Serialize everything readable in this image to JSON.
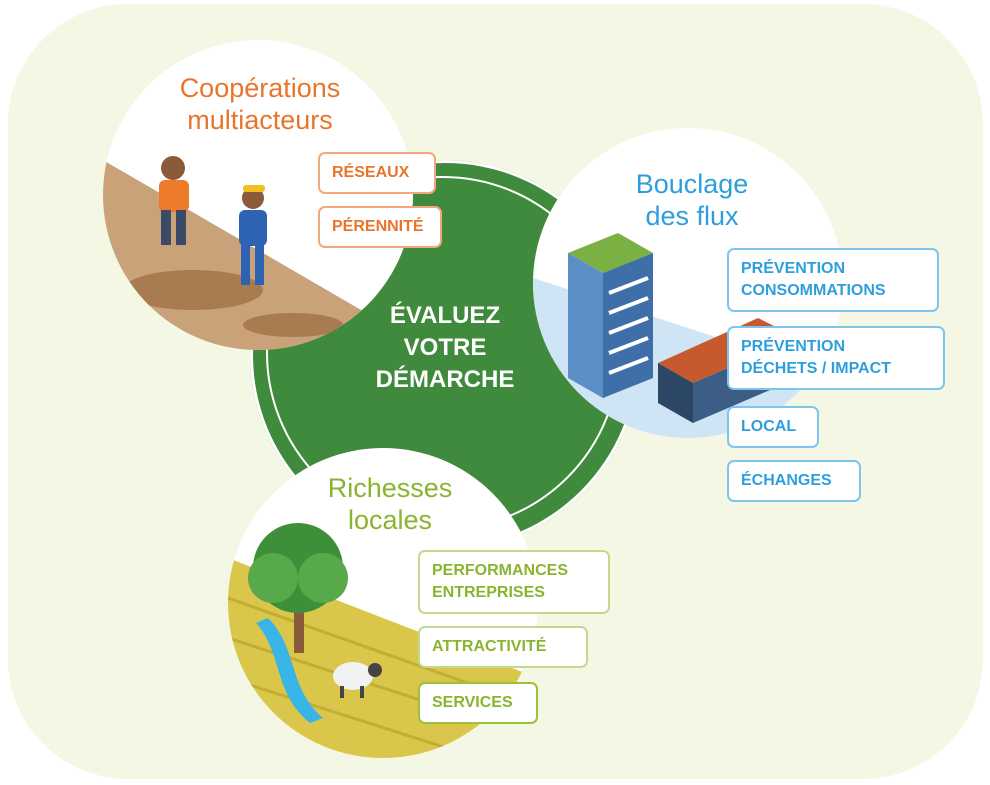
{
  "center": {
    "lines": [
      "ÉVALUEZ",
      "VOTRE",
      "DÉMARCHE"
    ]
  },
  "cooperations": {
    "title_lines": [
      "Coopérations",
      "multiacteurs"
    ],
    "tags": [
      {
        "lines": [
          "RÉSEAUX"
        ]
      },
      {
        "lines": [
          "PÉRENNITÉ"
        ]
      }
    ]
  },
  "bouclage": {
    "title_lines": [
      "Bouclage",
      "des flux"
    ],
    "tags": [
      {
        "lines": [
          "PRÉVENTION",
          "CONSOMMATIONS"
        ]
      },
      {
        "lines": [
          "PRÉVENTION",
          "DÉCHETS / IMPACT"
        ]
      },
      {
        "lines": [
          "LOCAL"
        ]
      },
      {
        "lines": [
          "ÉCHANGES"
        ]
      }
    ]
  },
  "richesses": {
    "title_lines": [
      "Richesses",
      "locales"
    ],
    "tags": [
      {
        "lines": [
          "PERFORMANCES",
          "ENTREPRISES"
        ]
      },
      {
        "lines": [
          "ATTRACTIVITÉ"
        ]
      },
      {
        "lines": [
          "SERVICES"
        ]
      }
    ]
  },
  "colors": {
    "center_green": "#3f8a3c",
    "orange": "#e8752c",
    "blue": "#2e9fdc",
    "light_green": "#8ab42f",
    "background": "#f3f7e3"
  }
}
